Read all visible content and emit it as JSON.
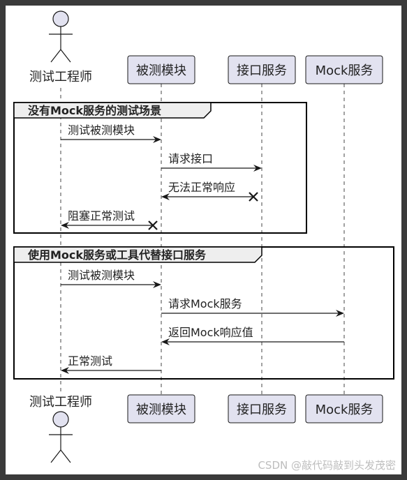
{
  "participants": [
    {
      "id": "engineer",
      "label": "测试工程师",
      "kind": "actor"
    },
    {
      "id": "module",
      "label": "被测模块",
      "kind": "participant"
    },
    {
      "id": "api",
      "label": "接口服务",
      "kind": "participant"
    },
    {
      "id": "mock",
      "label": "Mock服务",
      "kind": "participant"
    }
  ],
  "groups": [
    {
      "title": "没有Mock服务的测试场景",
      "messages": [
        {
          "from": "engineer",
          "to": "module",
          "label": "测试被测模块",
          "lost": false
        },
        {
          "from": "module",
          "to": "api",
          "label": "请求接口",
          "lost": false
        },
        {
          "from": "api",
          "to": "module",
          "label": "无法正常响应",
          "lost": true
        },
        {
          "from": "module",
          "to": "engineer",
          "label": "阻塞正常测试",
          "lost": true
        }
      ]
    },
    {
      "title": "使用Mock服务或工具代替接口服务",
      "messages": [
        {
          "from": "engineer",
          "to": "module",
          "label": "测试被测模块",
          "lost": false
        },
        {
          "from": "module",
          "to": "mock",
          "label": "请求Mock服务",
          "lost": false
        },
        {
          "from": "mock",
          "to": "module",
          "label": "返回Mock响应值",
          "lost": false
        },
        {
          "from": "module",
          "to": "engineer",
          "label": "正常测试",
          "lost": false
        }
      ]
    }
  ],
  "watermark": "CSDN @敲代码敲到头发茂密"
}
